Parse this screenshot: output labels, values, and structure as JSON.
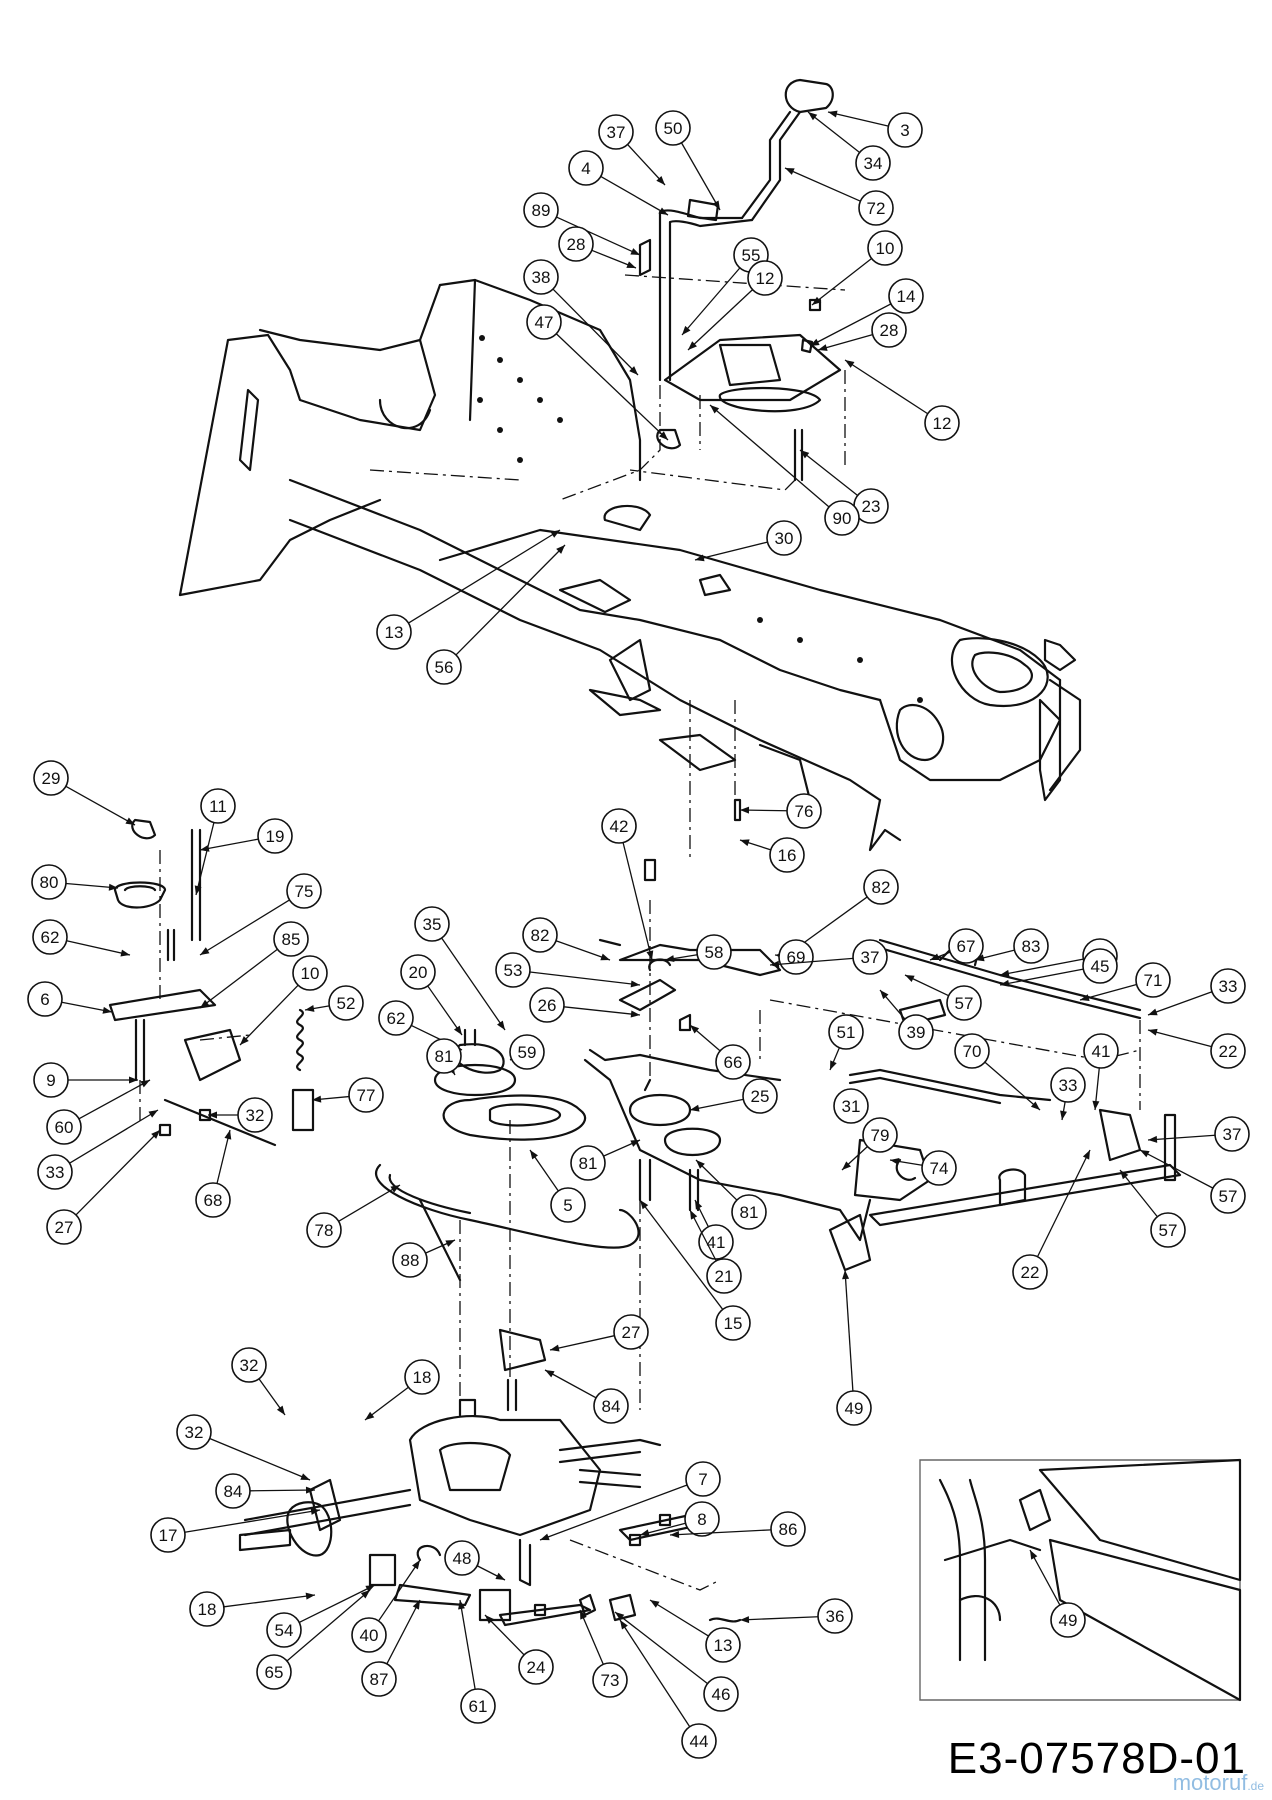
{
  "drawing_code": "E3-07578D-01",
  "watermark": {
    "brand": "motoruf",
    "tld": ".de"
  },
  "callouts": [
    {
      "id": "c1",
      "label": "3"
    },
    {
      "id": "c2",
      "label": "34"
    },
    {
      "id": "c3",
      "label": "50"
    },
    {
      "id": "c4",
      "label": "37"
    },
    {
      "id": "c5",
      "label": "4"
    },
    {
      "id": "c6",
      "label": "72"
    },
    {
      "id": "c7",
      "label": "89"
    },
    {
      "id": "c8",
      "label": "28"
    },
    {
      "id": "c9",
      "label": "55"
    },
    {
      "id": "c10",
      "label": "10"
    },
    {
      "id": "c11",
      "label": "12"
    },
    {
      "id": "c12",
      "label": "38"
    },
    {
      "id": "c13",
      "label": "14"
    },
    {
      "id": "c14",
      "label": "28"
    },
    {
      "id": "c15",
      "label": "47"
    },
    {
      "id": "c16",
      "label": "12"
    },
    {
      "id": "c17",
      "label": "23"
    },
    {
      "id": "c18",
      "label": "90"
    },
    {
      "id": "c19",
      "label": "30"
    },
    {
      "id": "c20",
      "label": "13"
    },
    {
      "id": "c21",
      "label": "56"
    },
    {
      "id": "c22",
      "label": "29"
    },
    {
      "id": "c23",
      "label": "11"
    },
    {
      "id": "c24",
      "label": "19"
    },
    {
      "id": "c25",
      "label": "80"
    },
    {
      "id": "c26",
      "label": "75"
    },
    {
      "id": "c27",
      "label": "62"
    },
    {
      "id": "c28",
      "label": "85"
    },
    {
      "id": "c29",
      "label": "6"
    },
    {
      "id": "c30",
      "label": "10"
    },
    {
      "id": "c31",
      "label": "52"
    },
    {
      "id": "c32",
      "label": "9"
    },
    {
      "id": "c33",
      "label": "60"
    },
    {
      "id": "c34",
      "label": "32"
    },
    {
      "id": "c35",
      "label": "77"
    },
    {
      "id": "c36",
      "label": "33"
    },
    {
      "id": "c37",
      "label": "27"
    },
    {
      "id": "c38",
      "label": "68"
    },
    {
      "id": "c39",
      "label": "42"
    },
    {
      "id": "c40",
      "label": "76"
    },
    {
      "id": "c41",
      "label": "16"
    },
    {
      "id": "c42",
      "label": "82"
    },
    {
      "id": "c43",
      "label": "35"
    },
    {
      "id": "c44",
      "label": "82"
    },
    {
      "id": "c45",
      "label": "58"
    },
    {
      "id": "c46",
      "label": "69"
    },
    {
      "id": "c47",
      "label": "37"
    },
    {
      "id": "c48",
      "label": "67"
    },
    {
      "id": "c49",
      "label": "83"
    },
    {
      "id": "c50",
      "label": "12"
    },
    {
      "id": "c51",
      "label": "45"
    },
    {
      "id": "c52",
      "label": "71"
    },
    {
      "id": "c53",
      "label": "20"
    },
    {
      "id": "c54",
      "label": "53"
    },
    {
      "id": "c55",
      "label": "26"
    },
    {
      "id": "c56",
      "label": "62"
    },
    {
      "id": "c57",
      "label": "59"
    },
    {
      "id": "c58",
      "label": "66"
    },
    {
      "id": "c59",
      "label": "57"
    },
    {
      "id": "c60",
      "label": "39"
    },
    {
      "id": "c61",
      "label": "33"
    },
    {
      "id": "c62",
      "label": "22"
    },
    {
      "id": "c63",
      "label": "81"
    },
    {
      "id": "c64",
      "label": "25"
    },
    {
      "id": "c65",
      "label": "51"
    },
    {
      "id": "c66",
      "label": "70"
    },
    {
      "id": "c67",
      "label": "41"
    },
    {
      "id": "c68",
      "label": "33"
    },
    {
      "id": "c69",
      "label": "31"
    },
    {
      "id": "c70",
      "label": "79"
    },
    {
      "id": "c71",
      "label": "37"
    },
    {
      "id": "c72",
      "label": "81"
    },
    {
      "id": "c73",
      "label": "74"
    },
    {
      "id": "c74",
      "label": "57"
    },
    {
      "id": "c75",
      "label": "57"
    },
    {
      "id": "c76",
      "label": "78"
    },
    {
      "id": "c77",
      "label": "5"
    },
    {
      "id": "c78",
      "label": "81"
    },
    {
      "id": "c79",
      "label": "41"
    },
    {
      "id": "c80",
      "label": "88"
    },
    {
      "id": "c81",
      "label": "21"
    },
    {
      "id": "c82",
      "label": "22"
    },
    {
      "id": "c83",
      "label": "15"
    },
    {
      "id": "c84",
      "label": "49"
    },
    {
      "id": "c85",
      "label": "27"
    },
    {
      "id": "c86",
      "label": "32"
    },
    {
      "id": "c87",
      "label": "18"
    },
    {
      "id": "c88",
      "label": "84"
    },
    {
      "id": "c89",
      "label": "32"
    },
    {
      "id": "c90",
      "label": "84"
    },
    {
      "id": "c91",
      "label": "7"
    },
    {
      "id": "c92",
      "label": "8"
    },
    {
      "id": "c93",
      "label": "86"
    },
    {
      "id": "c94",
      "label": "17"
    },
    {
      "id": "c95",
      "label": "48"
    },
    {
      "id": "c96",
      "label": "36"
    },
    {
      "id": "c97",
      "label": "18"
    },
    {
      "id": "c98",
      "label": "54"
    },
    {
      "id": "c99",
      "label": "40"
    },
    {
      "id": "c100",
      "label": "13"
    },
    {
      "id": "c101",
      "label": "65"
    },
    {
      "id": "c102",
      "label": "87"
    },
    {
      "id": "c103",
      "label": "24"
    },
    {
      "id": "c104",
      "label": "73"
    },
    {
      "id": "c105",
      "label": "46"
    },
    {
      "id": "c106",
      "label": "61"
    },
    {
      "id": "c107",
      "label": "44"
    },
    {
      "id": "c108",
      "label": "49"
    }
  ]
}
